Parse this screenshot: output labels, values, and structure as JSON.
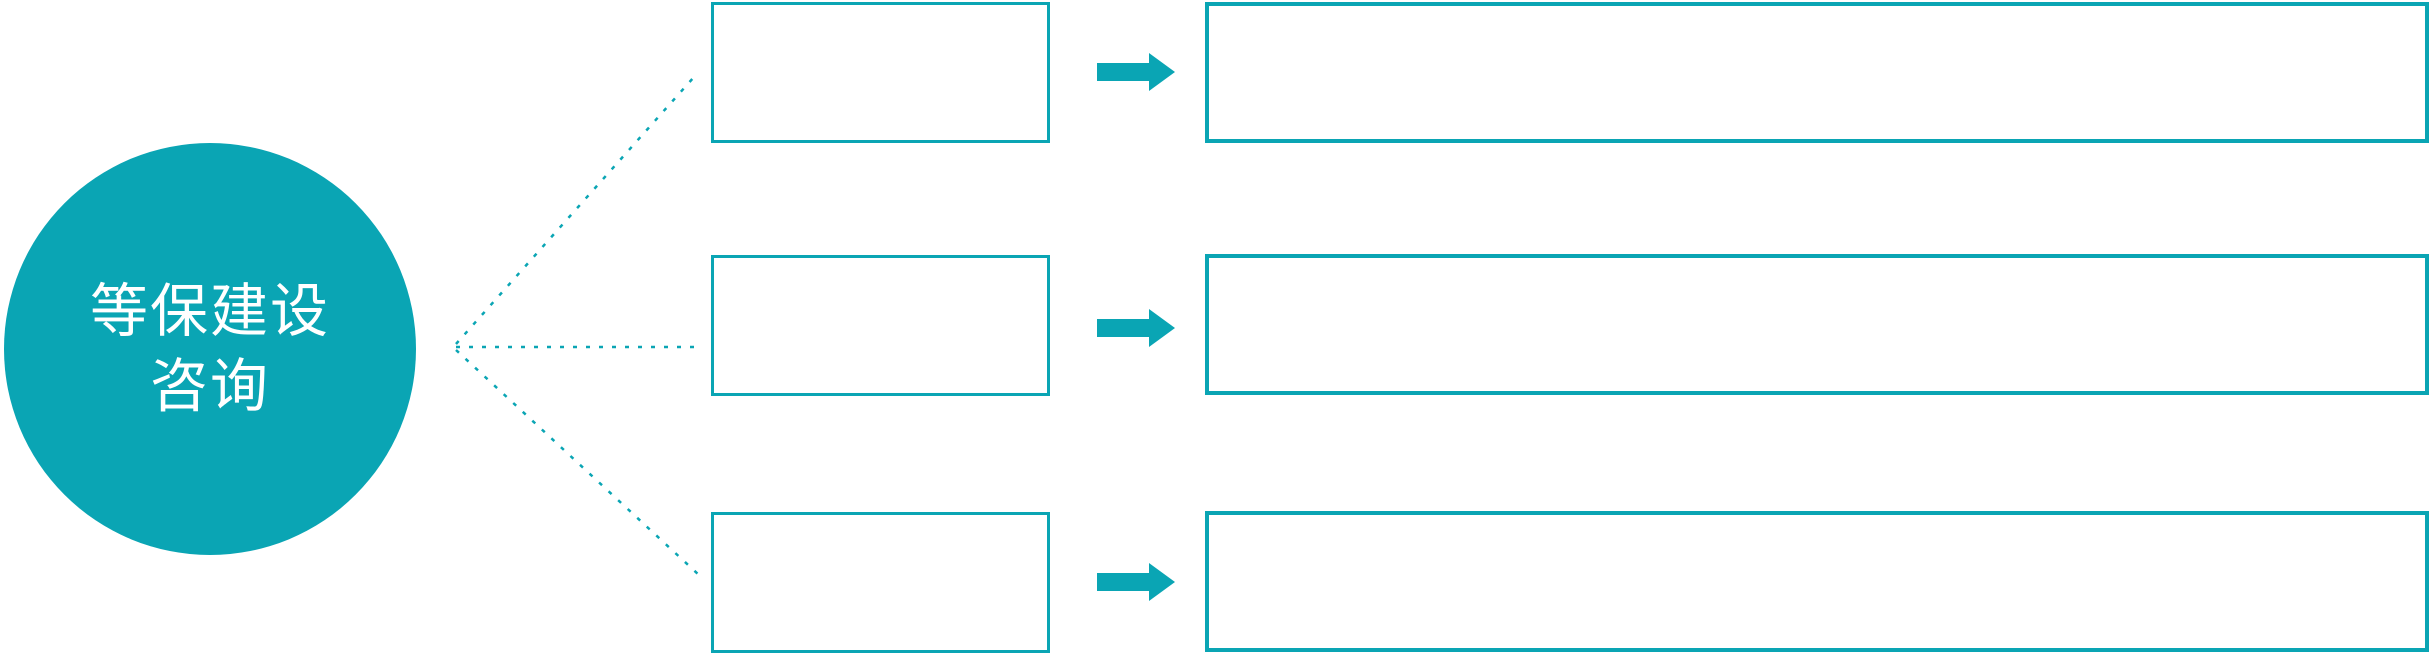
{
  "diagram": {
    "type": "radial-flow-diagram",
    "colors": {
      "accent": "#0AA5B4",
      "circle_fill": "#0AA5B4",
      "box_border": "#0AA5B4",
      "text_on_circle": "#FFFFFF",
      "background": "#FFFFFF"
    },
    "circle": {
      "label": "等保建设咨询",
      "label_lines": [
        "等保建设",
        "咨询"
      ]
    },
    "rows": [
      {
        "mid_box_text": "",
        "right_box_text": ""
      },
      {
        "mid_box_text": "",
        "right_box_text": ""
      },
      {
        "mid_box_text": "",
        "right_box_text": ""
      }
    ],
    "icons": {
      "arrow": "right-block-arrow",
      "connector": "dashed-line"
    }
  }
}
